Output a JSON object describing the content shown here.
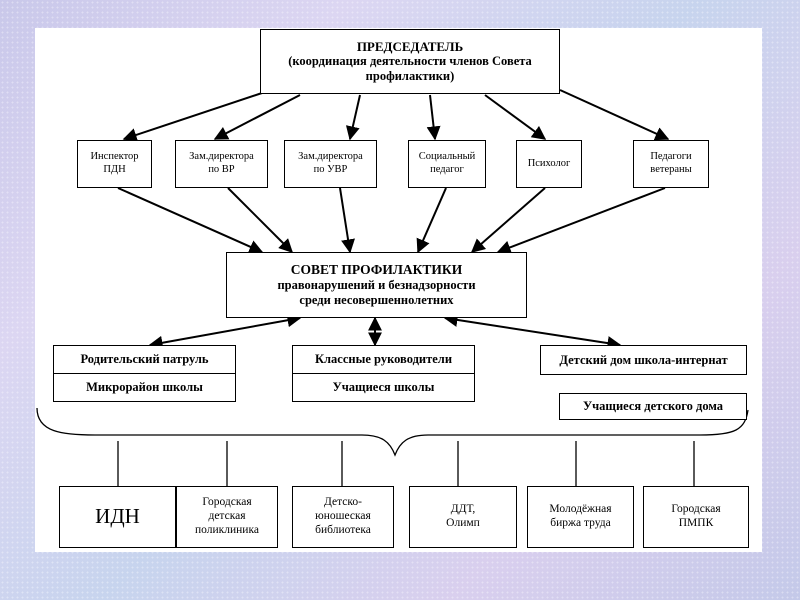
{
  "chairman": {
    "title": "ПРЕДСЕДАТЕЛЬ",
    "subtitle": "(координация деятельности членов Совета\nпрофилактики)"
  },
  "members": [
    {
      "label": "Инспектор\nПДН"
    },
    {
      "label": "Зам.директора\nпо ВР"
    },
    {
      "label": "Зам.директора\nпо УВР"
    },
    {
      "label": "Социальный\nпедагог"
    },
    {
      "label": "Психолог"
    },
    {
      "label": "Педагоги\nветераны"
    }
  ],
  "council": {
    "title": "СОВЕТ ПРОФИЛАКТИКИ",
    "subtitle": "правонарушений и безнадзорности\nсреди несовершеннолетних"
  },
  "groups": [
    {
      "top": "Родительский патруль",
      "bottom": "Микрорайон школы"
    },
    {
      "top": "Классные руководители",
      "bottom": "Учащиеся школы"
    },
    {
      "top": "Детский дом школа-интернат",
      "bottom": "Учащиеся детского дома"
    }
  ],
  "partners": [
    {
      "label": "ИДН"
    },
    {
      "label": "Городская\nдетская\nполиклиника"
    },
    {
      "label": "Детско-\nюношеская\nбиблиотека"
    },
    {
      "label": "ДДТ,\nОлимп"
    },
    {
      "label": "Молодёжная\nбиржа труда"
    },
    {
      "label": "Городская\nПМПК"
    }
  ]
}
